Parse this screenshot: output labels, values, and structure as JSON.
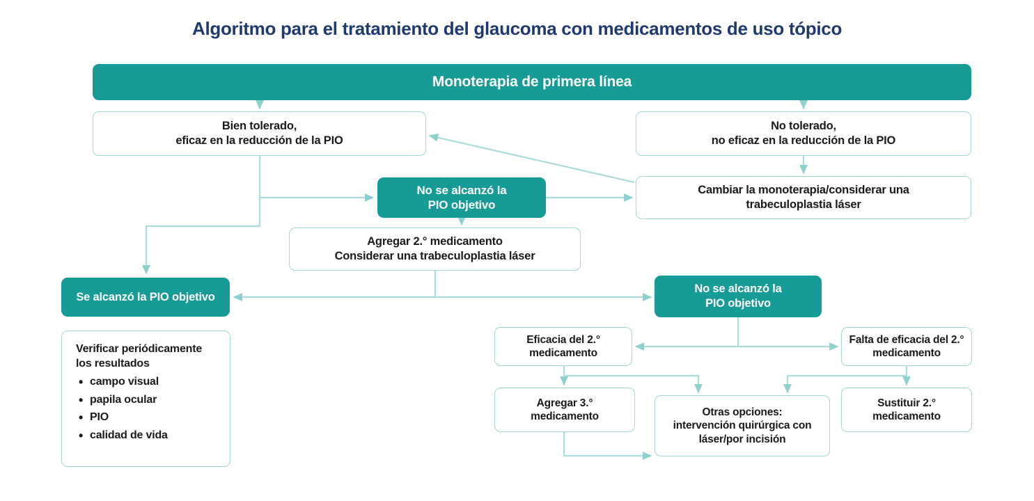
{
  "page": {
    "title": "Algoritmo para el tratamiento del glaucoma con medicamentos de uso tópico",
    "language": "es"
  },
  "colors": {
    "title_navy": "#1f3a6e",
    "teal_fill": "#179b96",
    "box_border": "#9ed6d4",
    "connector": "#a9dcda",
    "text_dark": "#1a1a1a",
    "background": "#ffffff"
  },
  "nodes": {
    "header": {
      "id": "monoterapia-primera-linea",
      "label": "Monoterapia de primera línea",
      "style": "teal"
    },
    "bien_tolerado": {
      "id": "bien-tolerado",
      "label": "Bien tolerado,\neficaz en la reducción de la PIO",
      "style": "plain"
    },
    "no_tolerado": {
      "id": "no-tolerado",
      "label": "No tolerado,\nno eficaz en la reducción de la PIO",
      "style": "plain"
    },
    "no_pio_1": {
      "id": "no-se-alcanzo-pio-objetivo-1",
      "label": "No se alcanzó la\nPIO objetivo",
      "style": "teal"
    },
    "cambiar_monoterapia": {
      "id": "cambiar-monoterapia",
      "label": "Cambiar la monoterapia/considerar una\ntrabeculoplastia láser",
      "style": "plain"
    },
    "agregar_2": {
      "id": "agregar-segundo-medicamento",
      "label": "Agregar 2.° medicamento\nConsiderar una trabeculoplastia láser",
      "style": "plain"
    },
    "se_alcanzo": {
      "id": "se-alcanzo-pio-objetivo",
      "label": "Se alcanzó la PIO objetivo",
      "style": "teal"
    },
    "no_pio_2": {
      "id": "no-se-alcanzo-pio-objetivo-2",
      "label": "No se alcanzó la\nPIO objetivo",
      "style": "teal"
    },
    "verificar": {
      "id": "verificar-resultados",
      "lead": "Verificar periódicamente los resultados",
      "bullet_glyph": "•",
      "items": [
        "campo visual",
        "papila ocular",
        "PIO",
        "calidad de vida"
      ],
      "style": "plain"
    },
    "eficacia_2": {
      "id": "eficacia-segundo-medicamento",
      "label": "Eficacia del 2.°\nmedicamento",
      "style": "plain"
    },
    "falta_eficacia_2": {
      "id": "falta-eficacia-segundo-medicamento",
      "label": "Falta de eficacia del 2.°\nmedicamento",
      "style": "plain"
    },
    "agregar_3": {
      "id": "agregar-tercer-medicamento",
      "label": "Agregar 3.°\nmedicamento",
      "style": "plain"
    },
    "otras_opciones": {
      "id": "otras-opciones",
      "label": "Otras opciones:\nintervención quirúrgica con\nláser/por incisión",
      "style": "plain"
    },
    "sustituir_2": {
      "id": "sustituir-segundo-medicamento",
      "label": "Sustituir 2.°\nmedicamento",
      "style": "plain"
    }
  },
  "edges": [
    {
      "from": "header",
      "to": "bien_tolerado",
      "type": "arrow-down"
    },
    {
      "from": "header",
      "to": "no_tolerado",
      "type": "arrow-down"
    },
    {
      "from": "bien_tolerado",
      "to": "no_pio_1",
      "type": "elbow-right"
    },
    {
      "from": "bien_tolerado",
      "to": "se_alcanzo",
      "type": "elbow-left-down"
    },
    {
      "from": "no_tolerado",
      "to": "cambiar_monoterapia",
      "type": "arrow-down"
    },
    {
      "from": "cambiar_monoterapia",
      "to": "bien_tolerado",
      "type": "diagonal-arrow"
    },
    {
      "from": "no_pio_1",
      "to": "cambiar_monoterapia",
      "type": "arrow-right"
    },
    {
      "from": "no_pio_1",
      "to": "agregar_2",
      "type": "arrow-down"
    },
    {
      "from": "agregar_2",
      "to": "se_alcanzo",
      "type": "split-bidirectional"
    },
    {
      "from": "agregar_2",
      "to": "no_pio_2",
      "type": "split-bidirectional"
    },
    {
      "from": "se_alcanzo",
      "to": "verificar",
      "type": "implicit"
    },
    {
      "from": "no_pio_2",
      "to": "eficacia_2",
      "type": "split-arrow-left"
    },
    {
      "from": "no_pio_2",
      "to": "falta_eficacia_2",
      "type": "split-arrow-right"
    },
    {
      "from": "eficacia_2",
      "to": "agregar_3",
      "type": "arrow-down"
    },
    {
      "from": "eficacia_2",
      "to": "otras_opciones",
      "type": "elbow-arrow"
    },
    {
      "from": "falta_eficacia_2",
      "to": "otras_opciones",
      "type": "elbow-arrow"
    },
    {
      "from": "falta_eficacia_2",
      "to": "sustituir_2",
      "type": "arrow-down"
    },
    {
      "from": "agregar_3",
      "to": "otras_opciones",
      "type": "elbow-arrow"
    }
  ]
}
